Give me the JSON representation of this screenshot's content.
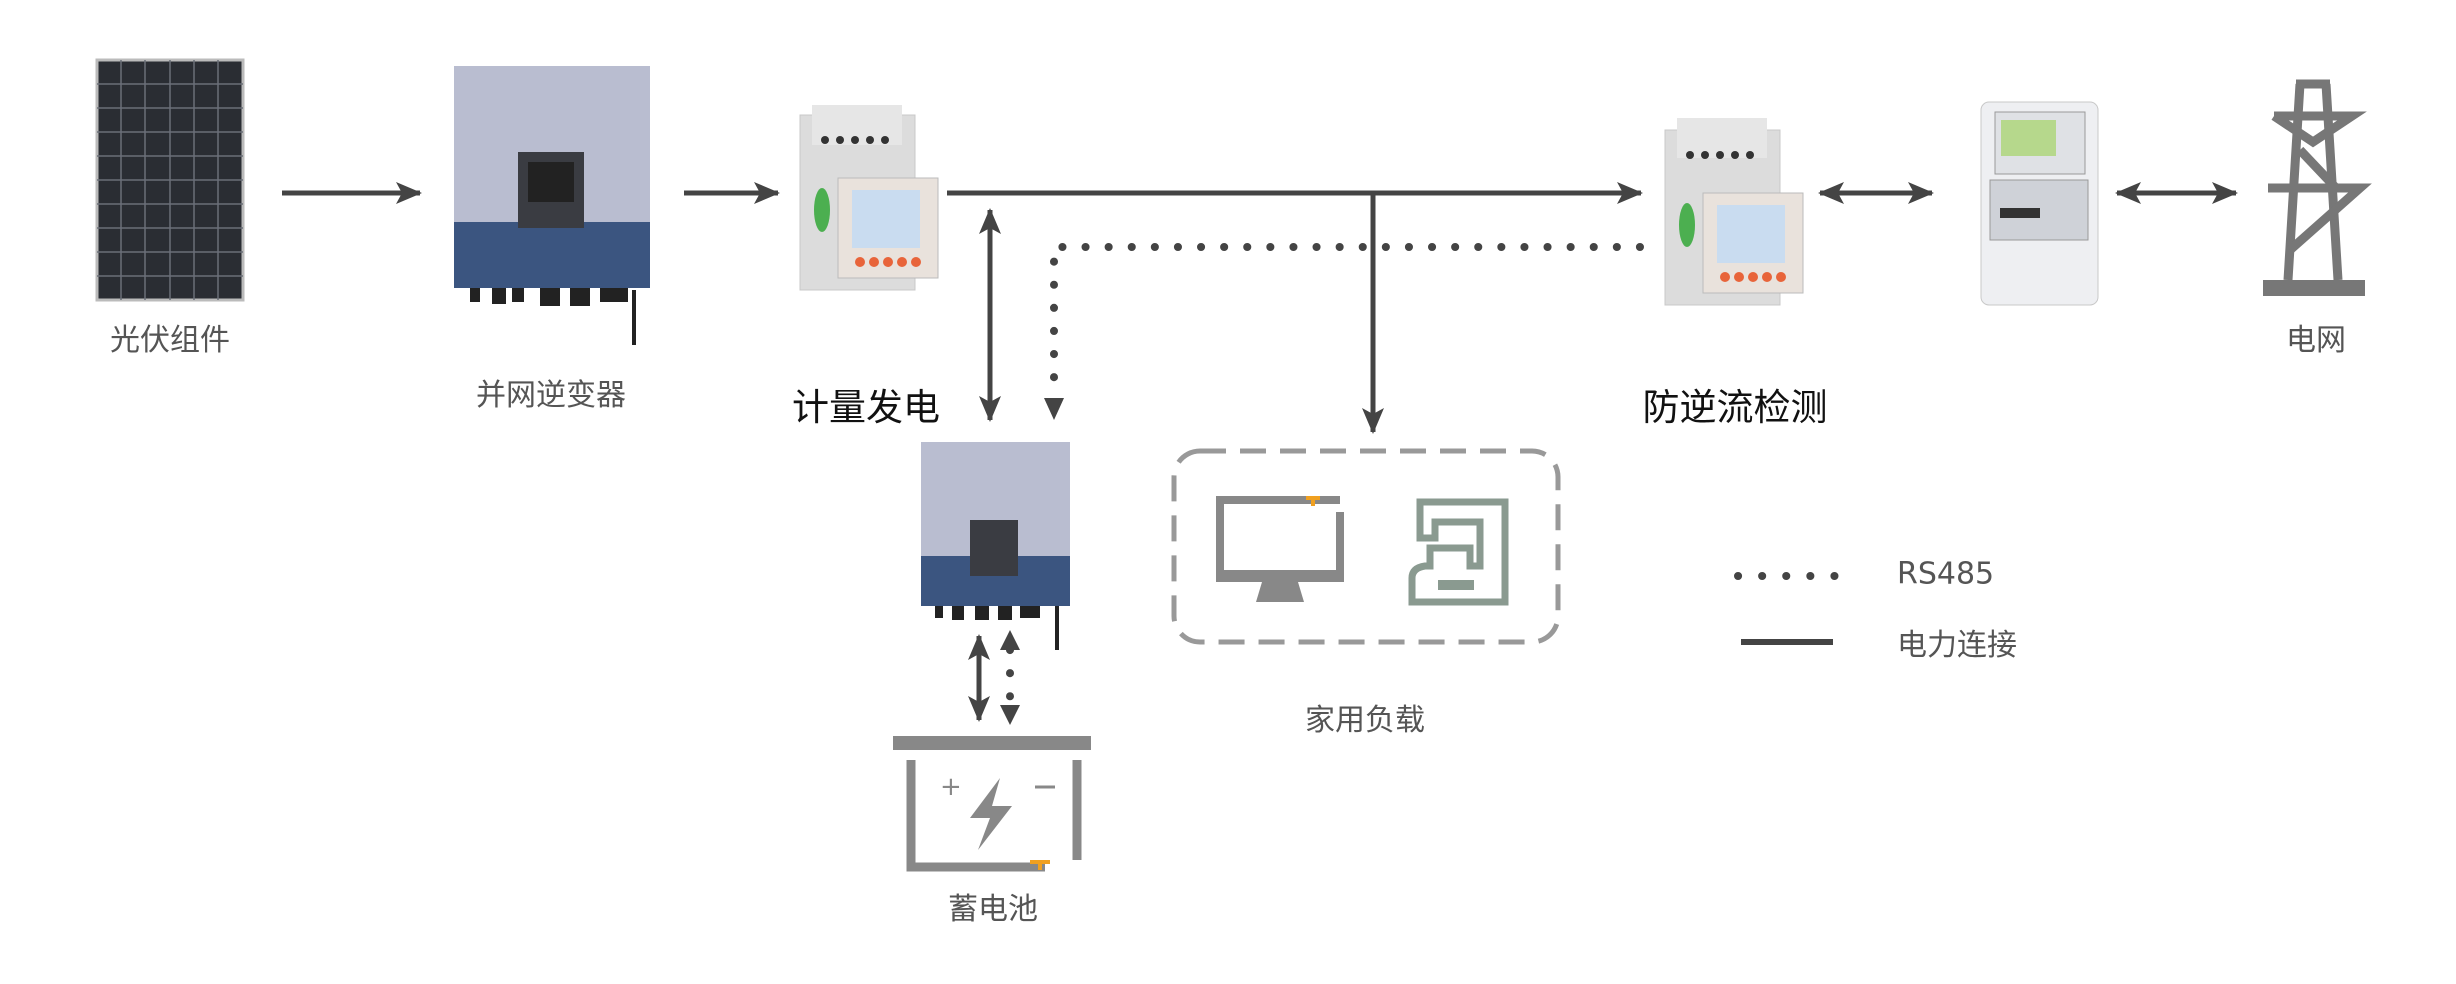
{
  "labels": {
    "pv_module": "光伏组件",
    "grid_inverter": "并网逆变器",
    "metering": "计量发电",
    "battery": "蓄电池",
    "home_load": "家用负载",
    "anti_backflow": "防逆流检测",
    "grid": "电网"
  },
  "legend": [
    {
      "style": "dotted",
      "label": "RS485"
    },
    {
      "style": "solid",
      "label": "电力连接"
    }
  ],
  "colors": {
    "line": "#444444",
    "inverter_top": "#b9bdd0",
    "inverter_bottom": "#3b5580",
    "icon_gray": "#8a8a8a",
    "accent_orange": "#f0a020",
    "meter_green": "#4caf50"
  }
}
